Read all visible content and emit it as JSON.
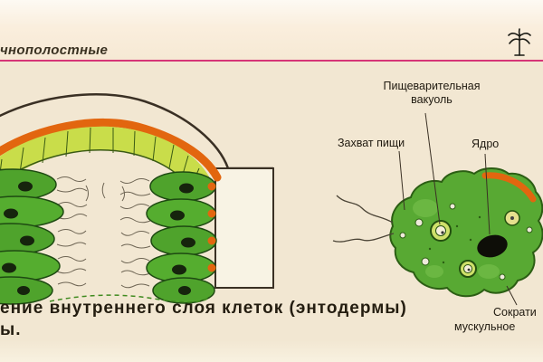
{
  "header": {
    "title": "чнополостные"
  },
  "labels": {
    "digestive_vacuole": {
      "line1": "Пищеварительная",
      "line2": "вакуоль"
    },
    "food_capture": "Захват пищи",
    "nucleus": "Ядро",
    "contractile": {
      "line1": "Сократи",
      "line2": "мускульное"
    }
  },
  "caption": {
    "line1": "ение внутреннего слоя клеток (энтодермы)",
    "line2": "ы."
  },
  "colors": {
    "background": "#f2e7d2",
    "rule_pink": "#d63577",
    "cell_green": "#4fa32c",
    "fan_yellow_green": "#c9dd4a",
    "ectoderm_orange": "#e2660f",
    "outline_dark_green": "#1e4a12",
    "nucleus_black": "#0e0e08",
    "ink": "#2a2318"
  },
  "icons": {
    "marker": "palm-symbol"
  }
}
